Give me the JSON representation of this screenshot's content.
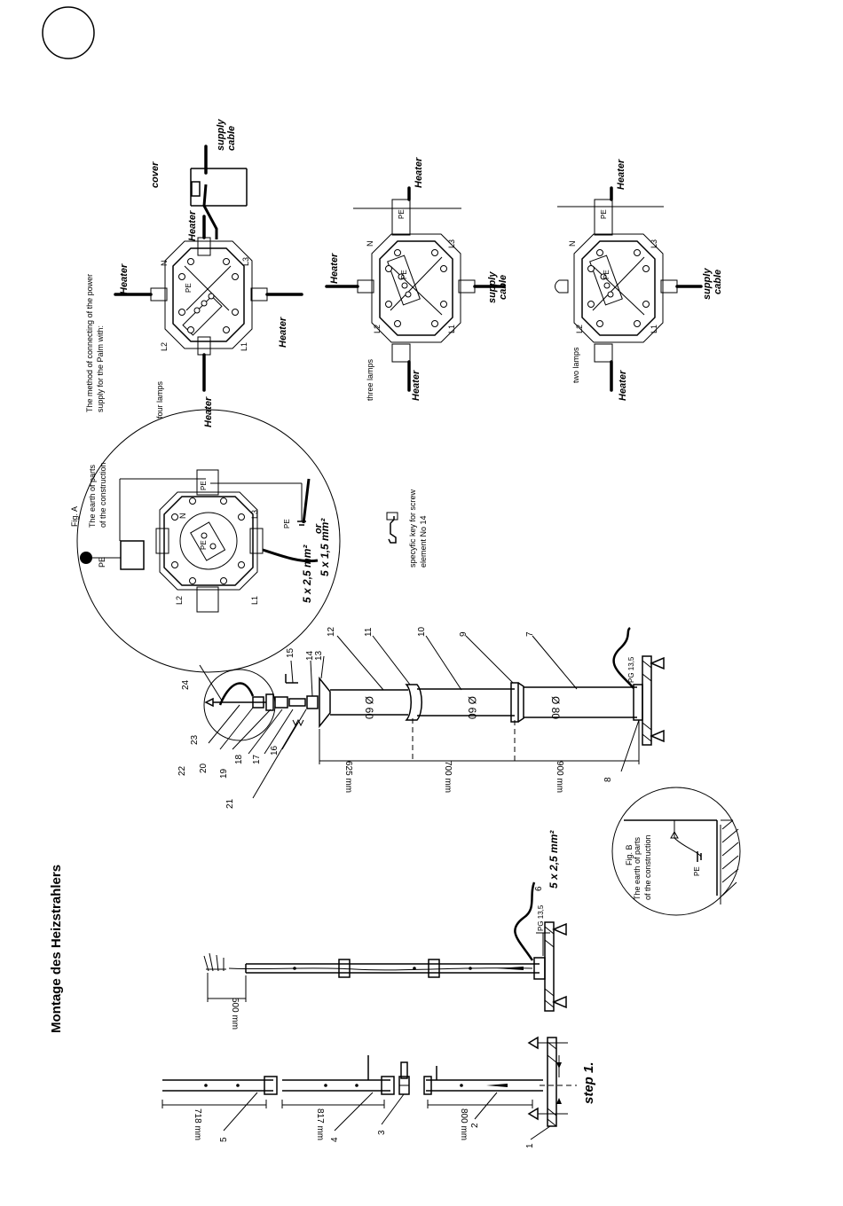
{
  "page": {
    "title": "Montage des Heizstrahlers"
  },
  "step": {
    "label": "step 1.",
    "dims": [
      "718 mm",
      "817 mm",
      "800 mm"
    ],
    "numbers": [
      "5",
      "4",
      "3",
      "2",
      "1"
    ]
  },
  "assembled": {
    "dim": "500 mm",
    "cable_label": "5 x 2,5 mm²",
    "pg_label": "PG 13,5",
    "number": "6"
  },
  "column": {
    "dims": [
      "625 mm",
      "700 mm",
      "900 mm"
    ],
    "diam_labels": [
      "Ø 60",
      "Ø 60",
      "Ø 80"
    ],
    "pg_label": "PG 13,5",
    "numbers": [
      "24",
      "23",
      "22",
      "20",
      "19",
      "18",
      "17",
      "16",
      "21",
      "15",
      "14",
      "13",
      "12",
      "11",
      "10",
      "9",
      "7",
      "8"
    ]
  },
  "fig_a": {
    "title": "Fig. A",
    "earth_line1": "The earth of parts",
    "earth_line2": "of the construction",
    "cable1": "5 x 2,5 mm²",
    "or": "or",
    "cable2": "5 x 1,5 mm²"
  },
  "fig_b": {
    "title": "Fig. B",
    "earth_line1": "The earth of parts",
    "earth_line2": "of the construction"
  },
  "key": {
    "line1": "specyfic key for screw",
    "line2": "element No 14"
  },
  "wiring": {
    "intro_line1": "The method of connecting of the power",
    "intro_line2": "supply for the Palm with:",
    "four": "four lamps",
    "three": "three lamps",
    "two": "two lamps",
    "heater": "Heater",
    "supply1": "supply",
    "supply2": "cable",
    "cover": "cover",
    "pe": "PE",
    "n": "N",
    "l1": "L1",
    "l2": "L2",
    "l3": "L3"
  }
}
